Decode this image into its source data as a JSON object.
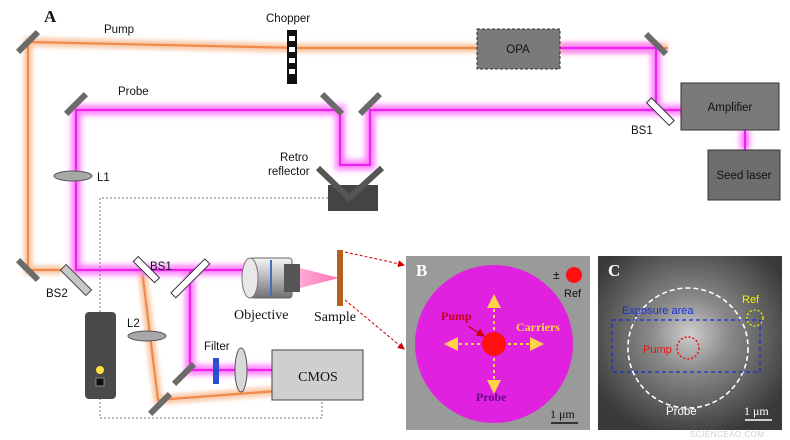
{
  "panels": {
    "a": "A",
    "b": "B",
    "c": "C"
  },
  "labels": {
    "pump": "Pump",
    "chopper": "Chopper",
    "opa": "OPA",
    "probe": "Probe",
    "amplifier": "Amplifier",
    "bs1_right": "BS1",
    "seed_laser": "Seed laser",
    "retro_line1": "Retro",
    "retro_line2": "reflector",
    "l1": "L1",
    "bs2": "BS2",
    "bs1_left": "BS1",
    "objective": "Objective",
    "sample": "Sample",
    "l2": "L2",
    "filter": "Filter",
    "cmos": "CMOS"
  },
  "panel_b": {
    "pump": "Pump",
    "carriers": "Carriers",
    "probe": "Probe",
    "plusminus": "±",
    "ref": "Ref",
    "scale": "1 μm"
  },
  "panel_c": {
    "exposure_area": "Exposure area",
    "ref": "Ref",
    "pump": "Pump",
    "probe": "Probe",
    "scale": "1 μm",
    "watermark": "SCIENCEAO.COM"
  },
  "colors": {
    "pump_beam": "#f4b183",
    "probe_beam": "#ff40ff",
    "mirror": "#6b6b6b",
    "panel_b_bg": "#9a9a9a",
    "panel_b_disc": "#e021e0",
    "pump_spot": "#ff1010",
    "arrows": "#ffd34a"
  }
}
